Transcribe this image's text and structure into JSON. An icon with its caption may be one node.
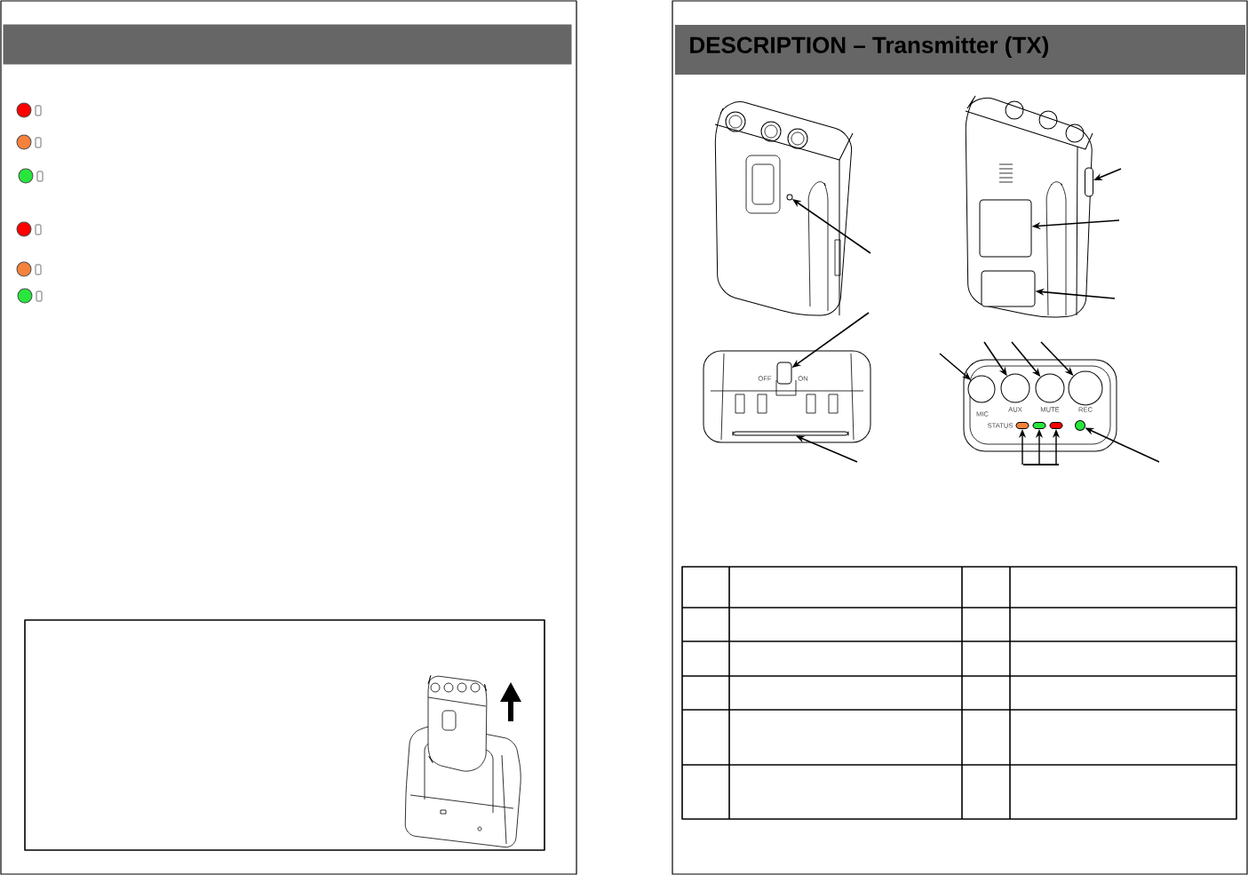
{
  "diagram": {
    "title": "DESCRIPTION – Transmitter (TX)",
    "nodes": [
      {
        "text": [],
        "shape": "circle"
      },
      {
        "text": [],
        "shape": "box"
      },
      {
        "text": [],
        "shape": "box"
      },
      {
        "text": [],
        "shape": "box"
      },
      {
        "text": [],
        "shape": "box"
      },
      {
        "text": [],
        "shape": "box"
      },
      {
        "text": [],
        "shape": "circle"
      },
      {
        "text": [],
        "shape": "circle"
      },
      {
        "text": [],
        "shape": "circle"
      },
      {
        "text": [],
        "shape": "circle"
      },
      {
        "text": [],
        "shape": "box"
      },
      {
        "text": [],
        "shape": "box"
      },
      {
        "text": [],
        "shape": "box"
      },
      {
        "text": [],
        "shape": "circle"
      },
      {
        "text": [],
        "shape": "bar"
      }
    ],
    "edges": [
      {
        "from": null,
        "to": 0,
        "arrow": "to"
      },
      {
        "from": null,
        "to": 1,
        "arrow": "to"
      },
      {
        "from": null,
        "to": 2,
        "arrow": "to"
      },
      {
        "from": null,
        "to": 3,
        "arrow": "to"
      },
      {
        "from": null,
        "to": 4,
        "arrow": "to"
      },
      {
        "from": null,
        "to": 5,
        "arrow": "to"
      },
      {
        "from": null,
        "to": 6,
        "arrow": "to"
      },
      {
        "from": null,
        "to": 7,
        "arrow": "to"
      },
      {
        "from": null,
        "to": 8,
        "arrow": "to"
      },
      {
        "from": null,
        "to": 9,
        "arrow": "to"
      },
      {
        "from": null,
        "to": 10,
        "arrow": "to"
      },
      {
        "from": null,
        "to": 11,
        "arrow": "to"
      },
      {
        "from": null,
        "to": 12,
        "arrow": "to"
      },
      {
        "from": null,
        "to": 13,
        "arrow": "to"
      }
    ],
    "labels": [
      "OFF",
      "ON",
      "MIC",
      "AUX",
      "MUTE",
      "REC",
      "STATUS"
    ]
  }
}
